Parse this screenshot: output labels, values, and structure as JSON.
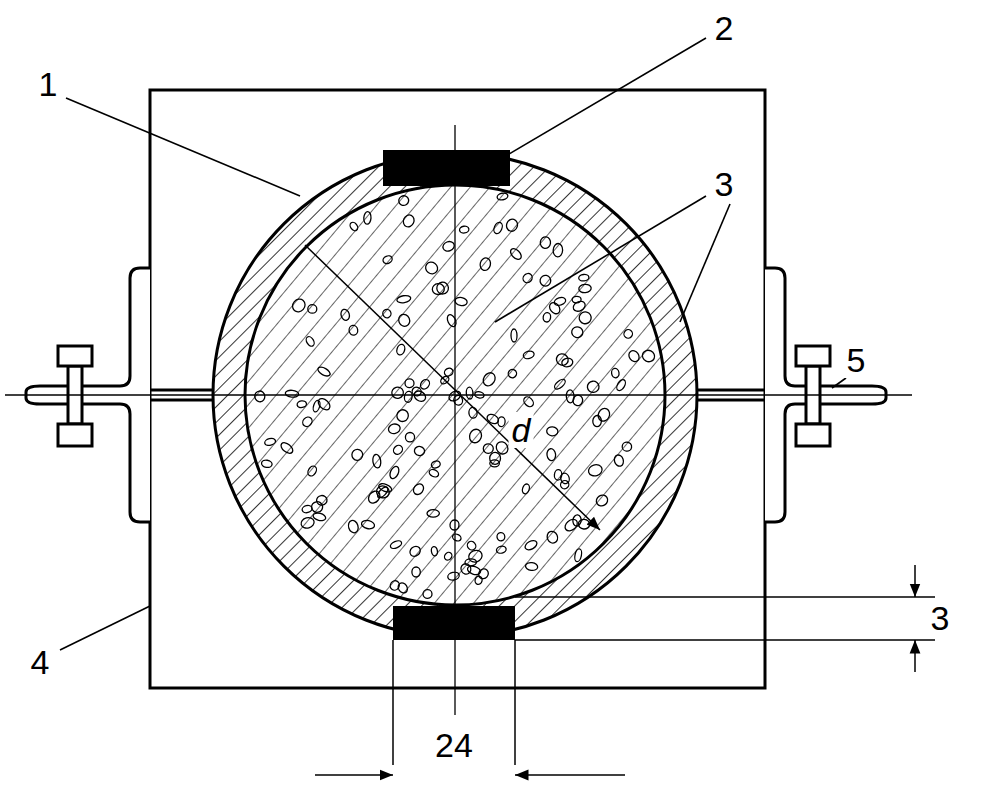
{
  "diagram": {
    "labels": [
      "1",
      "2",
      "3",
      "4",
      "5",
      "d",
      "24",
      "3"
    ]
  }
}
